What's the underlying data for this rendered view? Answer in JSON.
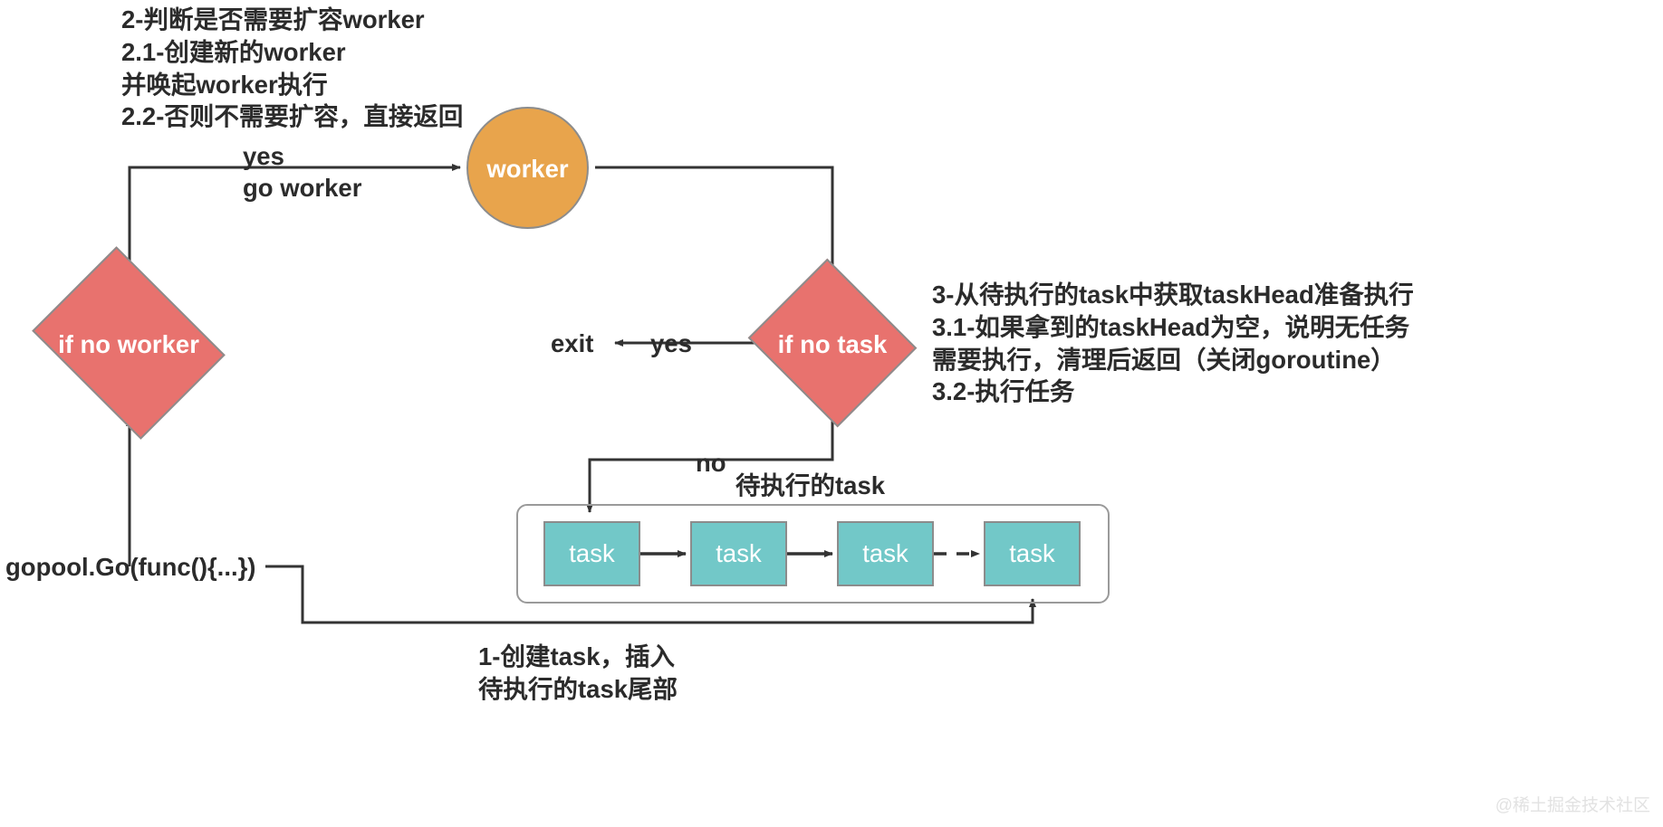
{
  "diagram": {
    "title_notes": {
      "top_left": "2-判断是否需要扩容worker\n2.1-创建新的worker\n并唤起worker执行\n2.2-否则不需要扩容，直接返回",
      "right": "3-从待执行的task中获取taskHead准备执行\n3.1-如果拿到的taskHead为空，说明无任务\n需要执行，清理后返回（关闭goroutine）\n3.2-执行任务",
      "bottom": "1-创建task，插入\n待执行的task尾部"
    },
    "nodes": {
      "if_no_worker": "if no worker",
      "worker": "worker",
      "if_no_task": "if no task",
      "exit": "exit",
      "entry": "gopool.Go(func(){...})"
    },
    "edge_labels": {
      "yes_go_worker": "yes\ngo worker",
      "yes_exit": "yes",
      "no_to_queue": "no",
      "pending_task_queue": "待执行的task"
    },
    "task_queue": {
      "items": [
        "task",
        "task",
        "task",
        "task"
      ]
    },
    "watermark": "@稀土掘金技术社区",
    "colors": {
      "decision_fill": "#e8726e",
      "worker_fill": "#e8a44c",
      "task_fill": "#72c8c8",
      "shape_border": "#8c8c8c",
      "line": "#333333",
      "text": "#2b2b2b"
    }
  }
}
